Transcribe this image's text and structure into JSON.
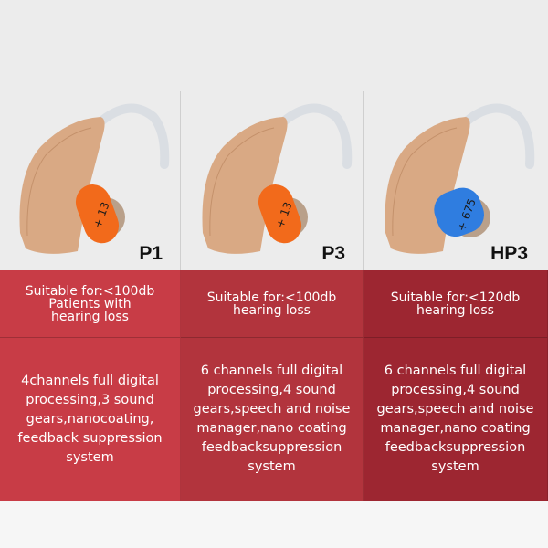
{
  "products": [
    {
      "model": "P1",
      "battery": "+ 13",
      "battery_color": "#f26a1b",
      "suitable": [
        "Suitable for:<100db",
        "Patients with",
        "hearing loss"
      ],
      "features": [
        "4channels full digital",
        "processing,3 sound",
        "gears,nanocoating,",
        "feedback suppression",
        "system"
      ]
    },
    {
      "model": "P3",
      "battery": "+ 13",
      "battery_color": "#f26a1b",
      "suitable": [
        "Suitable for:<100db",
        "hearing loss"
      ],
      "features": [
        "6 channels full digital",
        "processing,4 sound",
        "gears,speech and noise",
        "manager,nano coating",
        "feedbacksuppression",
        "system"
      ]
    },
    {
      "model": "HP3",
      "battery": "+ 675",
      "battery_color": "#2f7de0",
      "suitable": [
        "Suitable for:<120db",
        "hearing loss"
      ],
      "features": [
        "6 channels full digital",
        "processing,4 sound",
        "gears,speech and noise",
        "manager,nano coating",
        "feedbacksuppression",
        "system"
      ]
    }
  ]
}
